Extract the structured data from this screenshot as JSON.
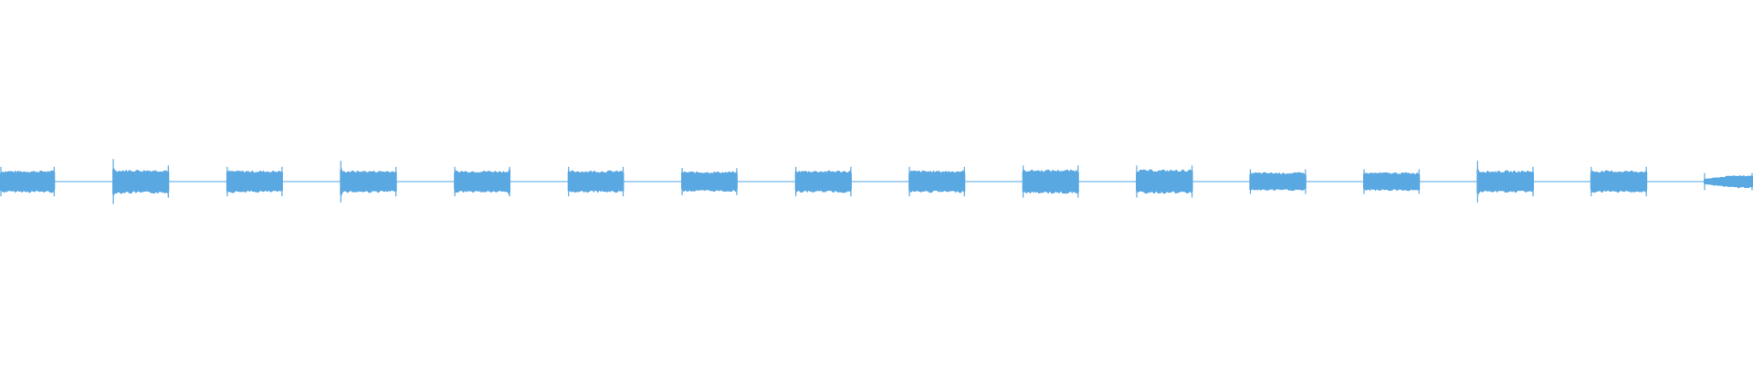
{
  "waveform": {
    "color": "#5aa8e2",
    "baseline_color": "#8cc4ee",
    "background": "#ffffff",
    "segments": [
      {
        "index": 1,
        "start": 0.0,
        "end": 0.0314,
        "amplitude": 0.12,
        "ramp": "flat"
      },
      {
        "index": 2,
        "start": 0.0641,
        "end": 0.0965,
        "amplitude": 0.13,
        "ramp": "attack"
      },
      {
        "index": 3,
        "start": 0.1291,
        "end": 0.1614,
        "amplitude": 0.12,
        "ramp": "flat"
      },
      {
        "index": 4,
        "start": 0.1939,
        "end": 0.2264,
        "amplitude": 0.12,
        "ramp": "attack"
      },
      {
        "index": 5,
        "start": 0.2589,
        "end": 0.2912,
        "amplitude": 0.12,
        "ramp": "release"
      },
      {
        "index": 6,
        "start": 0.3238,
        "end": 0.356,
        "amplitude": 0.12,
        "ramp": "flat"
      },
      {
        "index": 7,
        "start": 0.3886,
        "end": 0.4208,
        "amplitude": 0.11,
        "ramp": "flat"
      },
      {
        "index": 8,
        "start": 0.4535,
        "end": 0.4859,
        "amplitude": 0.12,
        "ramp": "flat"
      },
      {
        "index": 9,
        "start": 0.5183,
        "end": 0.5507,
        "amplitude": 0.12,
        "ramp": "flat"
      },
      {
        "index": 10,
        "start": 0.5831,
        "end": 0.6155,
        "amplitude": 0.13,
        "ramp": "flat"
      },
      {
        "index": 11,
        "start": 0.6479,
        "end": 0.6805,
        "amplitude": 0.13,
        "ramp": "flat"
      },
      {
        "index": 12,
        "start": 0.7127,
        "end": 0.7452,
        "amplitude": 0.1,
        "ramp": "flat"
      },
      {
        "index": 13,
        "start": 0.7776,
        "end": 0.81,
        "amplitude": 0.1,
        "ramp": "flat"
      },
      {
        "index": 14,
        "start": 0.8424,
        "end": 0.875,
        "amplitude": 0.12,
        "ramp": "attack"
      },
      {
        "index": 15,
        "start": 0.9072,
        "end": 0.9397,
        "amplitude": 0.12,
        "ramp": "flat"
      },
      {
        "index": 16,
        "start": 0.9719,
        "end": 1.0,
        "amplitude": 0.07,
        "ramp": "fade-in"
      }
    ]
  }
}
